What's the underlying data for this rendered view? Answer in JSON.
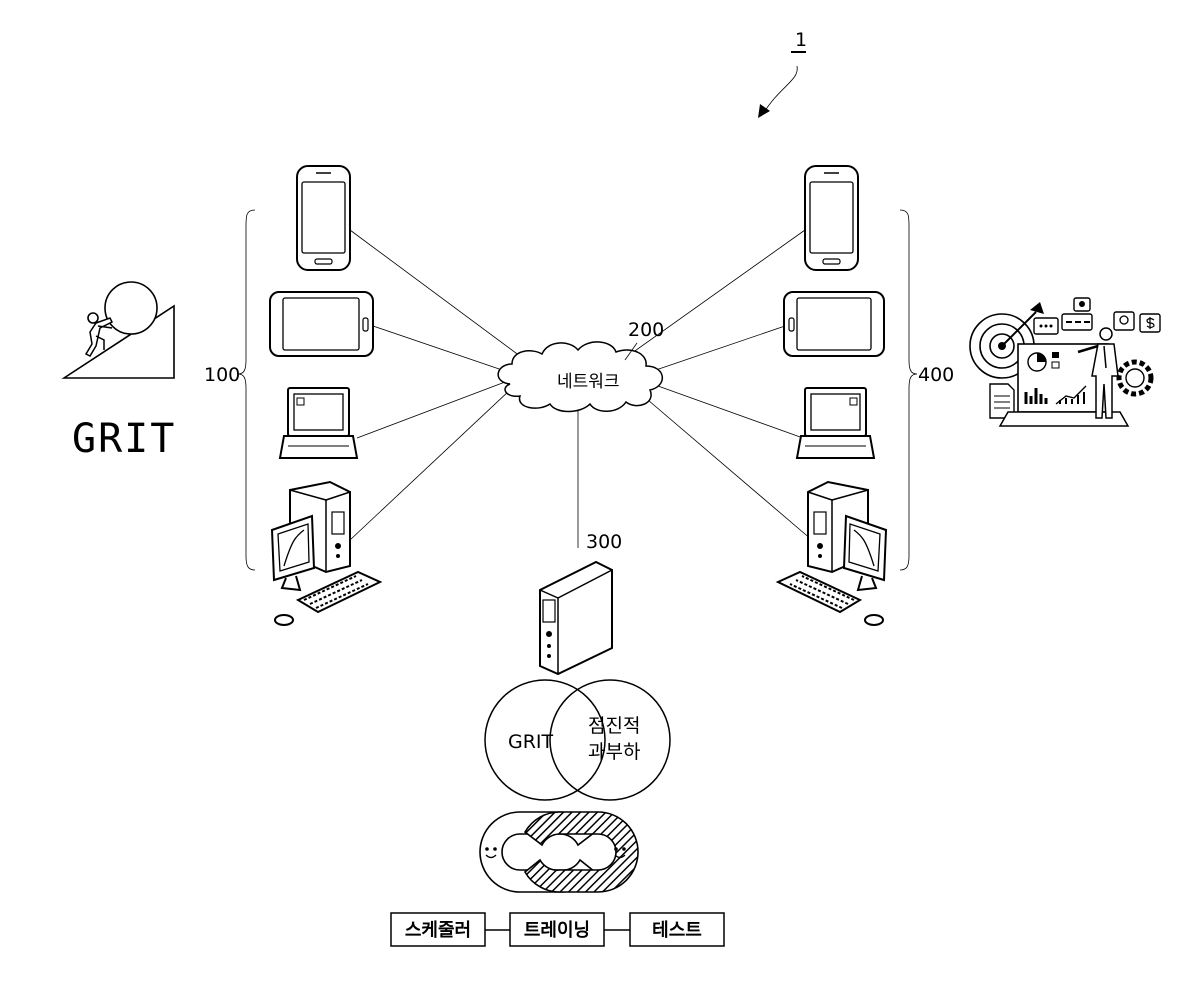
{
  "figure": {
    "ref_system": "1",
    "ref_user_group": "100",
    "ref_network": "200",
    "ref_server": "300",
    "ref_trainer_group": "400",
    "network_label": "네트워크",
    "grit_label": "GRIT",
    "venn_left": "GRIT",
    "venn_right_line1": "점진적",
    "venn_right_line2": "과부하",
    "flow": [
      "스케줄러",
      "트레이닝",
      "테스트"
    ]
  }
}
